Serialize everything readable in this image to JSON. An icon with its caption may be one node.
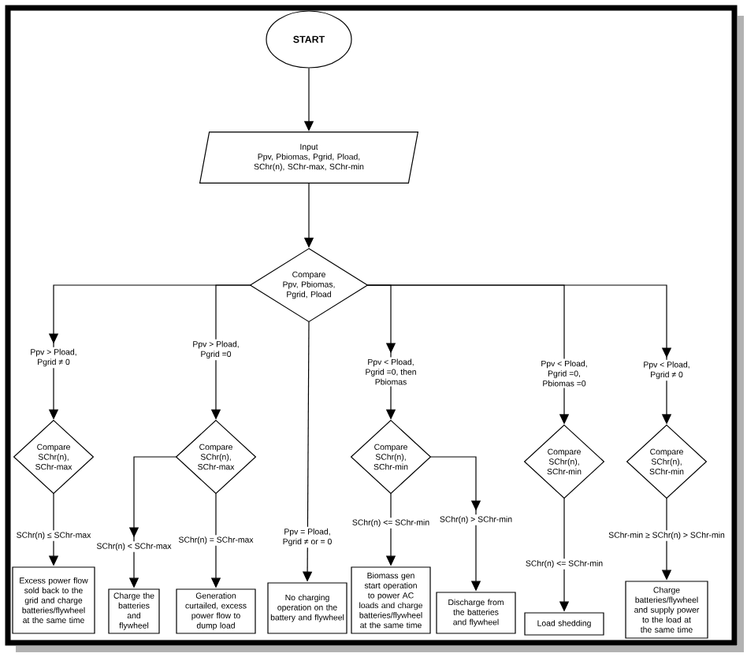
{
  "diagram": {
    "nodes": [
      {
        "text": [
          "START"
        ]
      },
      {
        "text": [
          "Input",
          "Ppv, Pbiomas, Pgrid, Pload, SChr(n), SChr-max, SChr-min"
        ]
      },
      {
        "text": [
          "Compare",
          "Ppv, Pbiomas, Pgrid, Pload"
        ]
      },
      {
        "text": [
          "Compare",
          "SChr(n), SChr-max"
        ]
      },
      {
        "text": [
          "Compare",
          "SChr(n), SChr-max"
        ]
      },
      {
        "text": [
          "Compare",
          "SChr(n), SChr-min"
        ]
      },
      {
        "text": [
          "Compare",
          "SChr(n), SChr-min"
        ]
      },
      {
        "text": [
          "Compare",
          "SChr(n), SChr-min"
        ]
      },
      {
        "text": [
          "Excess power flow sold back to the grid and charge batteries/flywheel at the same time"
        ]
      },
      {
        "text": [
          "Charge the batteries and flywheel"
        ]
      },
      {
        "text": [
          "Generation curtailed, excess power flow to dump load"
        ]
      },
      {
        "text": [
          "No charging operation on the battery and flywheel"
        ]
      },
      {
        "text": [
          "Biomass gen start operation to power AC loads and charge batteries/flywheel at the same time"
        ]
      },
      {
        "text": [
          "Discharge from the batteries and flywheel"
        ]
      },
      {
        "text": [
          "Load shedding"
        ]
      },
      {
        "text": [
          "Charge batteries/flywheel and supply power to the load at the same time"
        ]
      }
    ],
    "edges": [
      {
        "from": 0,
        "to": 1,
        "arrow": "to"
      },
      {
        "from": 1,
        "to": 2,
        "arrow": "to"
      },
      {
        "from": 2,
        "to": 3,
        "arrow": "to",
        "label": "Ppv > Pload, Pgrid ≠ 0"
      },
      {
        "from": 2,
        "to": 4,
        "arrow": "to",
        "label": "Ppv > Pload, Pgrid =0"
      },
      {
        "from": 2,
        "to": 11,
        "arrow": "to",
        "label": "Ppv = Pload, Pgrid ≠ or = 0"
      },
      {
        "from": 2,
        "to": 5,
        "arrow": "to",
        "label": "Ppv < Pload, Pgrid =0, then Pbiomas"
      },
      {
        "from": 2,
        "to": 6,
        "arrow": "to",
        "label": "Ppv < Pload, Pgrid =0, Pbiomas =0"
      },
      {
        "from": 2,
        "to": 7,
        "arrow": "to",
        "label": "Ppv < Pload, Pgrid ≠ 0"
      },
      {
        "from": 3,
        "to": 8,
        "arrow": "to",
        "label": "SChr(n) ≤ SChr-max"
      },
      {
        "from": 4,
        "to": 9,
        "arrow": "to",
        "label": "SChr(n) < SChr-max"
      },
      {
        "from": 4,
        "to": 10,
        "arrow": "to",
        "label": "SChr(n) = SChr-max"
      },
      {
        "from": 5,
        "to": 12,
        "arrow": "to",
        "label": "SChr(n) <= SChr-min"
      },
      {
        "from": 5,
        "to": 13,
        "arrow": "to",
        "label": "SChr(n) > SChr-min"
      },
      {
        "from": 6,
        "to": 14,
        "arrow": "to",
        "label": "SChr(n) <= SChr-min"
      },
      {
        "from": 7,
        "to": 15,
        "arrow": "to",
        "label": "SChr-min ≥ SChr(n) > SChr-min"
      }
    ]
  }
}
